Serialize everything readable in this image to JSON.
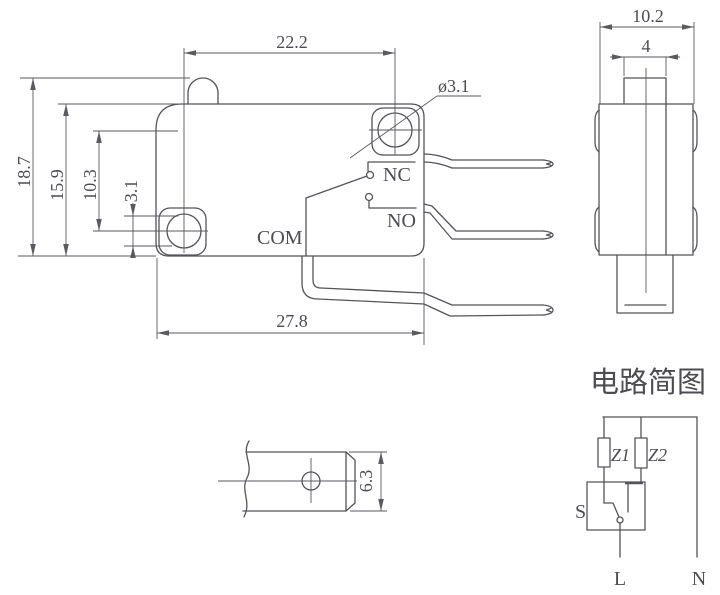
{
  "drawing_type": "micro-switch technical drawing",
  "front": {
    "top_span": "22.2",
    "total_height": "18.7",
    "body_height": "15.9",
    "hole_spacing": "10.3",
    "hole_offset": "3.1",
    "body_width": "27.8",
    "hole_dia": "ø3.1",
    "nc": "NC",
    "no": "NO",
    "com": "COM"
  },
  "side": {
    "width": "10.2",
    "plunger_width": "4"
  },
  "terminal": {
    "height": "6.3"
  },
  "circuit": {
    "title": "电路简图",
    "z1": "Z1",
    "z2": "Z2",
    "s": "S",
    "l": "L",
    "n": "N"
  },
  "colors": {
    "background": "#ffffff",
    "line": "#54545a"
  }
}
